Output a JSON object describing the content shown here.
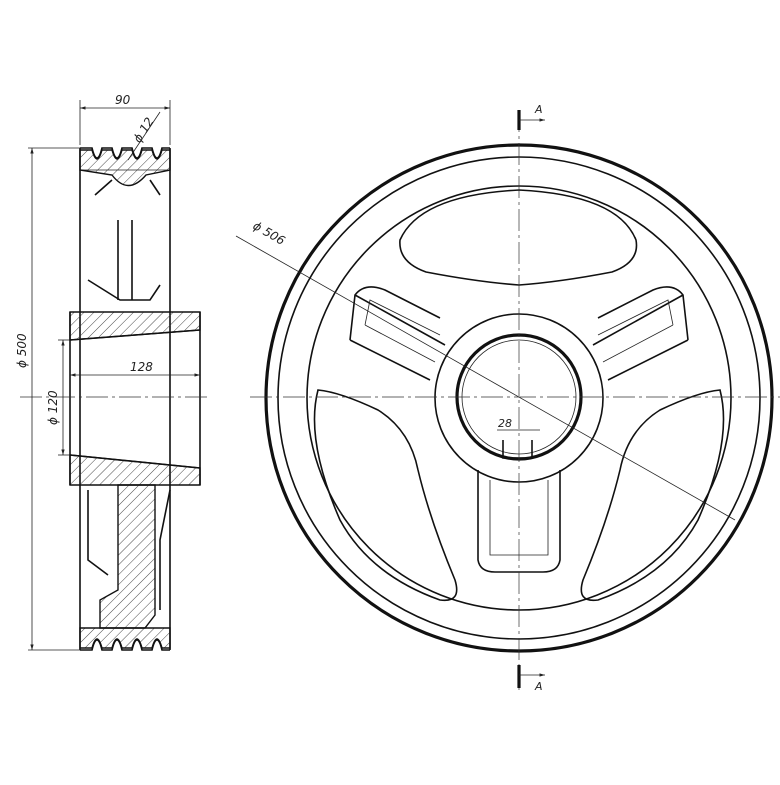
{
  "dimensions": {
    "width_top": "90",
    "groove_dia": "ϕ 12",
    "outer_dia_side": "ϕ 500",
    "bore_dia": "ϕ 120",
    "hub_length": "128",
    "outer_dia_front": "ϕ 506",
    "key_width": "28"
  },
  "section": {
    "top_label": "A",
    "bottom_label": "A"
  }
}
